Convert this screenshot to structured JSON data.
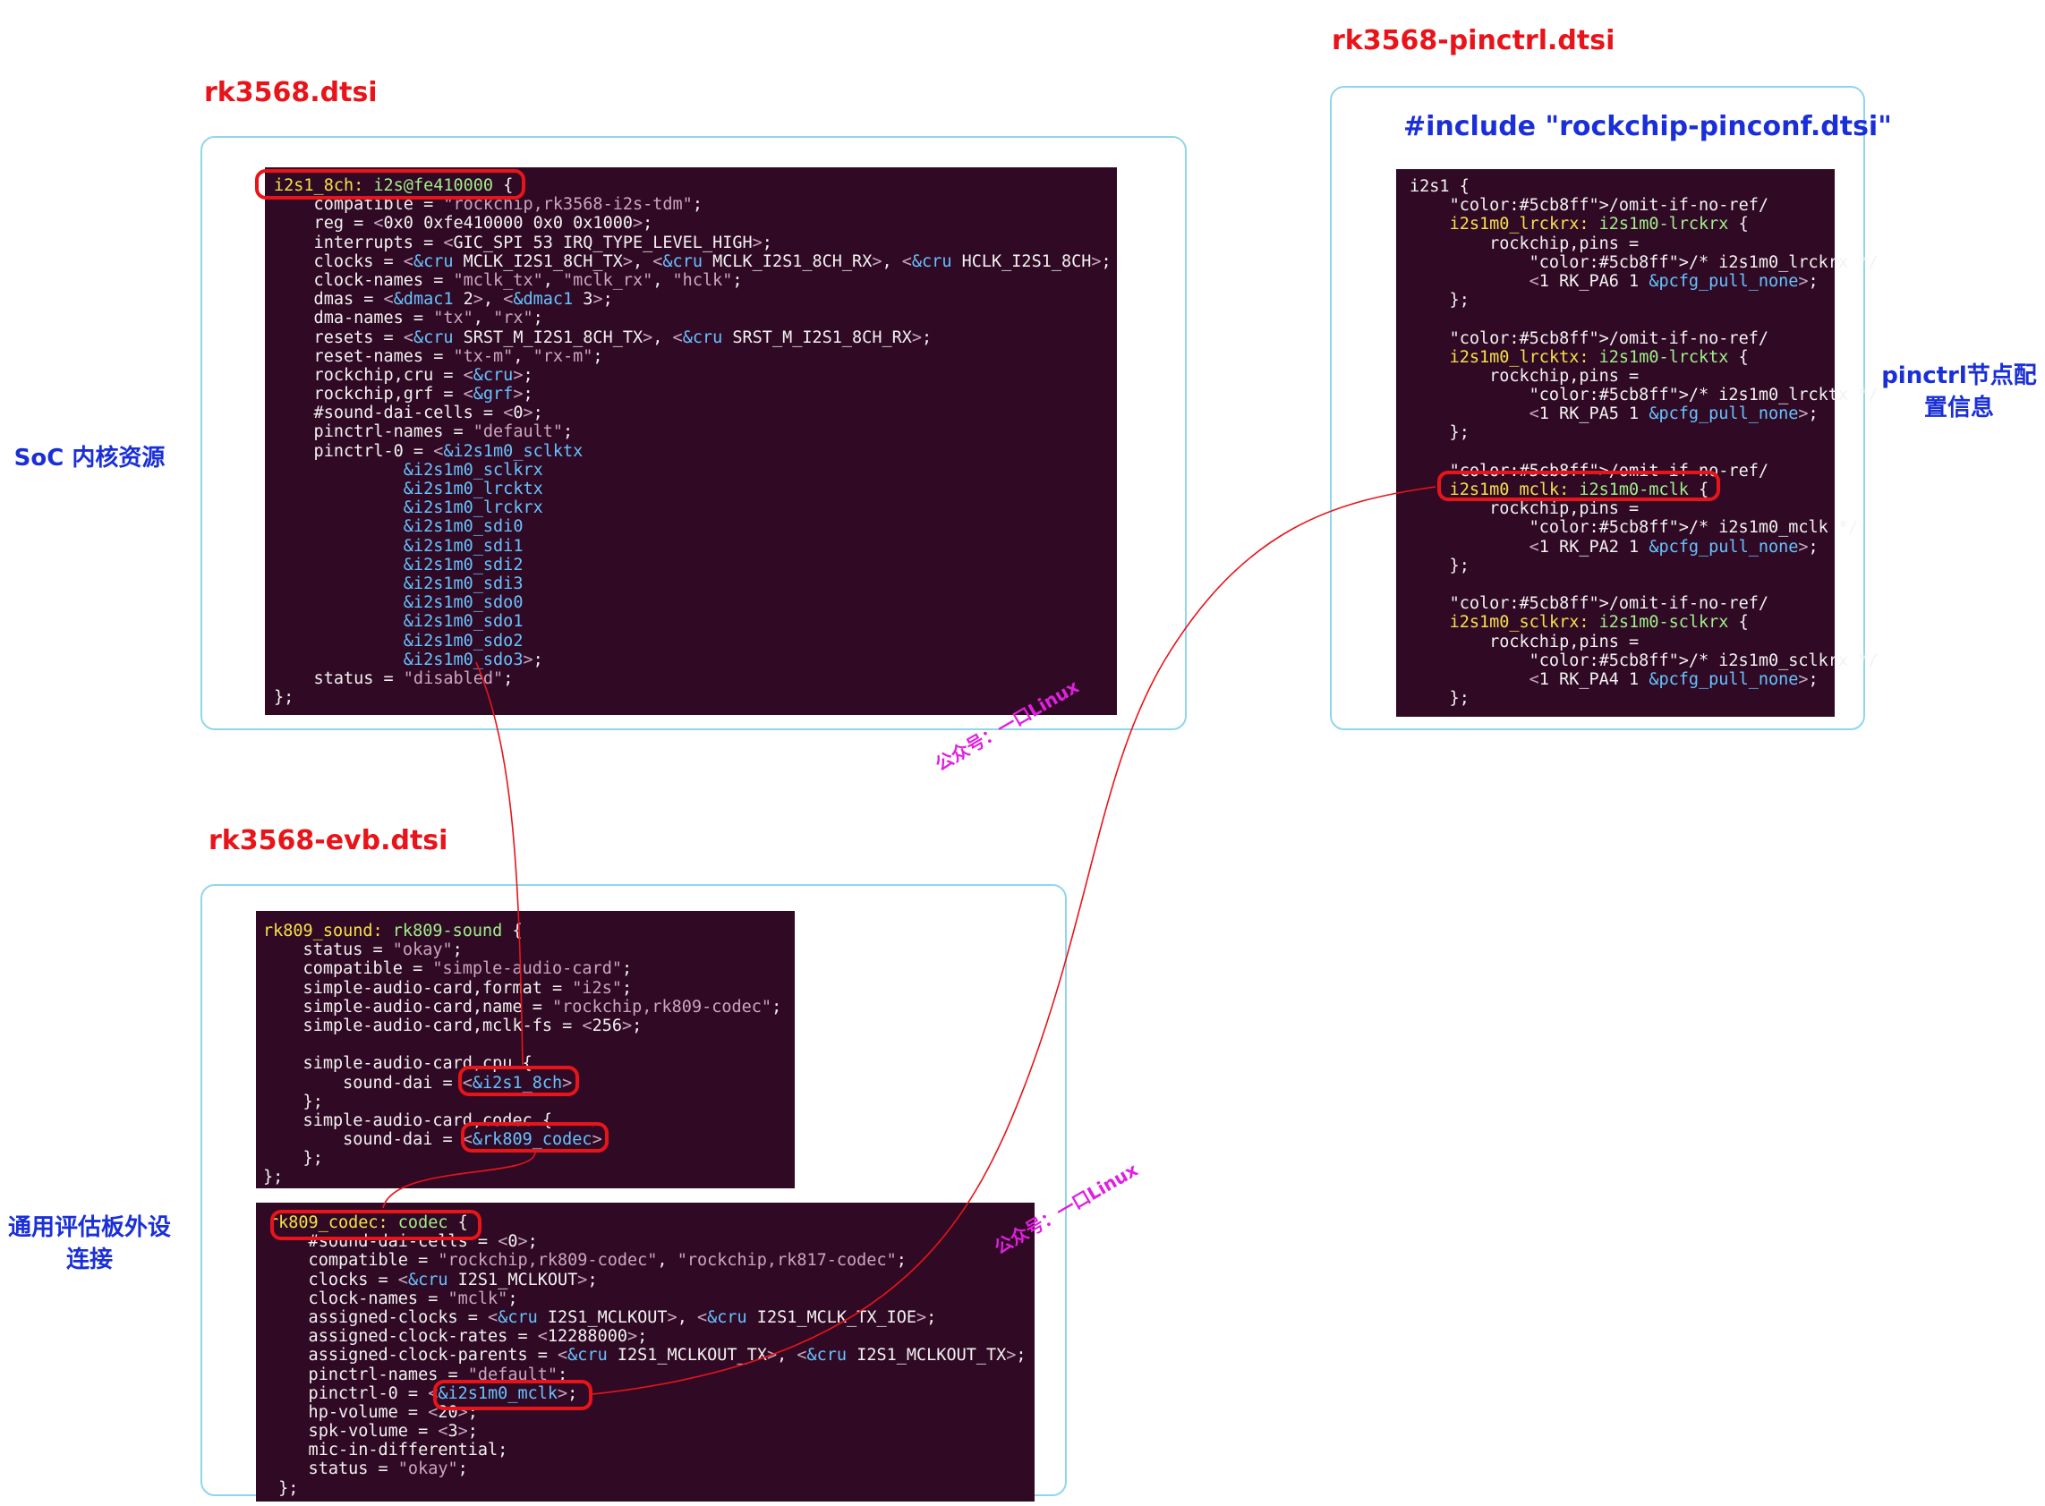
{
  "titles": {
    "rk3568": "rk3568.dtsi",
    "pinctrl": "rk3568-pinctrl.dtsi",
    "evb": "rk3568-evb.dtsi"
  },
  "side_labels": {
    "soc": "SoC 内核资源",
    "pinctrl_1": "pinctrl节点配",
    "pinctrl_2": "置信息",
    "board_1": "通用评估板外设",
    "board_2": "连接"
  },
  "include_text": "#include \"rockchip-pinconf.dtsi\"",
  "watermark": "公众号：一口Linux",
  "colors": {
    "title": "#e8141a",
    "side_label": "#1a2fd8",
    "panel_border": "#8fd6ec",
    "code_bg": "#300a24",
    "highlight": "#e8141a",
    "watermark": "#e020e0",
    "link_line": "#e8141a"
  },
  "code_blocks": {
    "i2s": [
      "i2s1_8ch: i2s@fe410000 {",
      "    compatible = \"rockchip,rk3568-i2s-tdm\";",
      "    reg = <0x0 0xfe410000 0x0 0x1000>;",
      "    interrupts = <GIC_SPI 53 IRQ_TYPE_LEVEL_HIGH>;",
      "    clocks = <&cru MCLK_I2S1_8CH_TX>, <&cru MCLK_I2S1_8CH_RX>, <&cru HCLK_I2S1_8CH>;",
      "    clock-names = \"mclk_tx\", \"mclk_rx\", \"hclk\";",
      "    dmas = <&dmac1 2>, <&dmac1 3>;",
      "    dma-names = \"tx\", \"rx\";",
      "    resets = <&cru SRST_M_I2S1_8CH_TX>, <&cru SRST_M_I2S1_8CH_RX>;",
      "    reset-names = \"tx-m\", \"rx-m\";",
      "    rockchip,cru = <&cru>;",
      "    rockchip,grf = <&grf>;",
      "    #sound-dai-cells = <0>;",
      "    pinctrl-names = \"default\";",
      "    pinctrl-0 = <&i2s1m0_sclktx",
      "             &i2s1m0_sclkrx",
      "             &i2s1m0_lrcktx",
      "             &i2s1m0_lrckrx",
      "             &i2s1m0_sdi0",
      "             &i2s1m0_sdi1",
      "             &i2s1m0_sdi2",
      "             &i2s1m0_sdi3",
      "             &i2s1m0_sdo0",
      "             &i2s1m0_sdo1",
      "             &i2s1m0_sdo2",
      "             &i2s1m0_sdo3>;",
      "    status = \"disabled\";",
      "};"
    ],
    "pinctrl": [
      "i2s1 {",
      "    /omit-if-no-ref/",
      "    i2s1m0_lrckrx: i2s1m0-lrckrx {",
      "        rockchip,pins =",
      "            /* i2s1m0_lrckrx */",
      "            <1 RK_PA6 1 &pcfg_pull_none>;",
      "    };",
      "",
      "    /omit-if-no-ref/",
      "    i2s1m0_lrcktx: i2s1m0-lrcktx {",
      "        rockchip,pins =",
      "            /* i2s1m0_lrcktx */",
      "            <1 RK_PA5 1 &pcfg_pull_none>;",
      "    };",
      "",
      "    /omit-if-no-ref/",
      "    i2s1m0_mclk: i2s1m0-mclk {",
      "        rockchip,pins =",
      "            /* i2s1m0_mclk */",
      "            <1 RK_PA2 1 &pcfg_pull_none>;",
      "    };",
      "",
      "    /omit-if-no-ref/",
      "    i2s1m0_sclkrx: i2s1m0-sclkrx {",
      "        rockchip,pins =",
      "            /* i2s1m0_sclkrx */",
      "            <1 RK_PA4 1 &pcfg_pull_none>;",
      "    };"
    ],
    "sound": [
      "rk809_sound: rk809-sound {",
      "    status = \"okay\";",
      "    compatible = \"simple-audio-card\";",
      "    simple-audio-card,format = \"i2s\";",
      "    simple-audio-card,name = \"rockchip,rk809-codec\";",
      "    simple-audio-card,mclk-fs = <256>;",
      "",
      "    simple-audio-card,cpu {",
      "        sound-dai = <&i2s1_8ch>;",
      "    };",
      "    simple-audio-card,codec {",
      "        sound-dai = <&rk809_codec>;",
      "    };",
      "};"
    ],
    "codec": [
      "rk809_codec: codec {",
      "    #sound-dai-cells = <0>;",
      "    compatible = \"rockchip,rk809-codec\", \"rockchip,rk817-codec\";",
      "    clocks = <&cru I2S1_MCLKOUT>;",
      "    clock-names = \"mclk\";",
      "    assigned-clocks = <&cru I2S1_MCLKOUT>, <&cru I2S1_MCLK_TX_IOE>;",
      "    assigned-clock-rates = <12288000>;",
      "    assigned-clock-parents = <&cru I2S1_MCLKOUT_TX>, <&cru I2S1_MCLKOUT_TX>;",
      "    pinctrl-names = \"default\";",
      "    pinctrl-0 = <&i2s1m0_mclk>;",
      "    hp-volume = <20>;",
      "    spk-volume = <3>;",
      "    mic-in-differential;",
      "    status = \"okay\";",
      " };"
    ]
  }
}
